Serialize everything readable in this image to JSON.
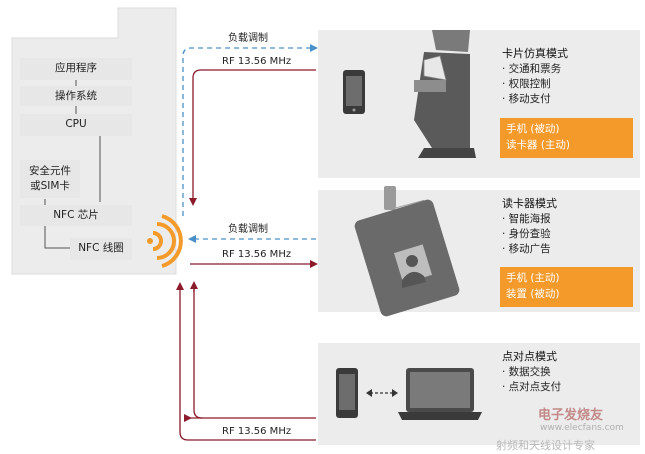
{
  "device_stack": {
    "boxes": [
      "应用程序",
      "操作系统",
      "CPU",
      "安全元件\n或SIM卡",
      "NFC 芯片",
      "NFC 线圈"
    ]
  },
  "signals": {
    "load_modulation": "负载调制",
    "rf": "RF 13.56 MHz"
  },
  "modes": [
    {
      "title": "卡片仿真模式",
      "features": [
        "· 交通和票务",
        "· 权限控制",
        "· 移动支付"
      ],
      "roles": [
        "手机 (被动)",
        "读卡器 (主动)"
      ]
    },
    {
      "title": "读卡器模式",
      "features": [
        "· 智能海报",
        "· 身份查验",
        "· 移动广告"
      ],
      "roles": [
        "手机 (主动)",
        "装置 (被动)"
      ]
    },
    {
      "title": "点对点模式",
      "features": [
        "· 数据交换",
        "· 点对点支付"
      ],
      "roles": []
    }
  ],
  "watermark": {
    "line1": "电子发烧友",
    "line2": "www.elecfans.com",
    "line3": "射频和天线设计专家"
  },
  "colors": {
    "rf_line": "#8b1a2b",
    "load_line": "#4a90c8",
    "accent": "#f39a2b",
    "panel": "#ececec",
    "box": "#e7e7e7"
  },
  "icons": [
    "phone-icon",
    "kiosk-icon",
    "badge-icon",
    "laptop-icon",
    "nfc-waves-icon",
    "double-arrow-icon"
  ]
}
